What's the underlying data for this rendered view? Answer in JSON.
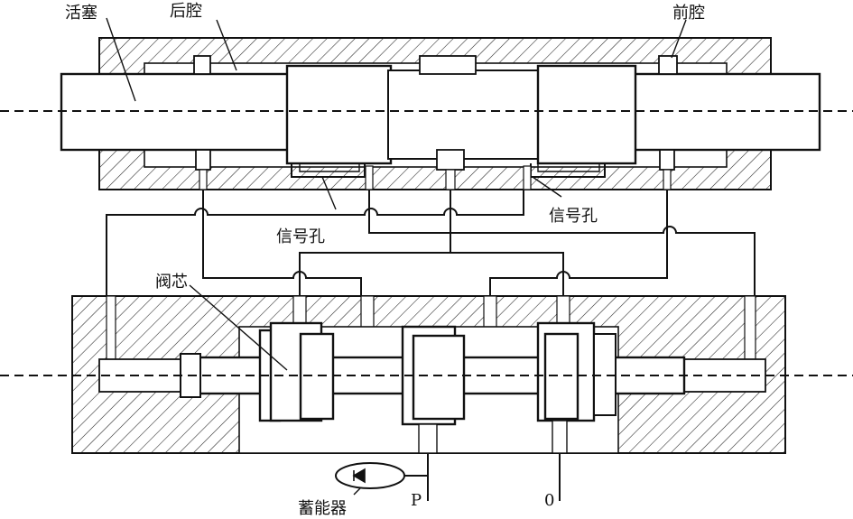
{
  "labels": {
    "piston": "活塞",
    "rear_chamber": "后腔",
    "front_chamber": "前腔",
    "signal_hole_left": "信号孔",
    "signal_hole_right": "信号孔",
    "valve_core": "阀芯",
    "accumulator": "蓄能器",
    "port_p": "P",
    "port_0": "0"
  }
}
